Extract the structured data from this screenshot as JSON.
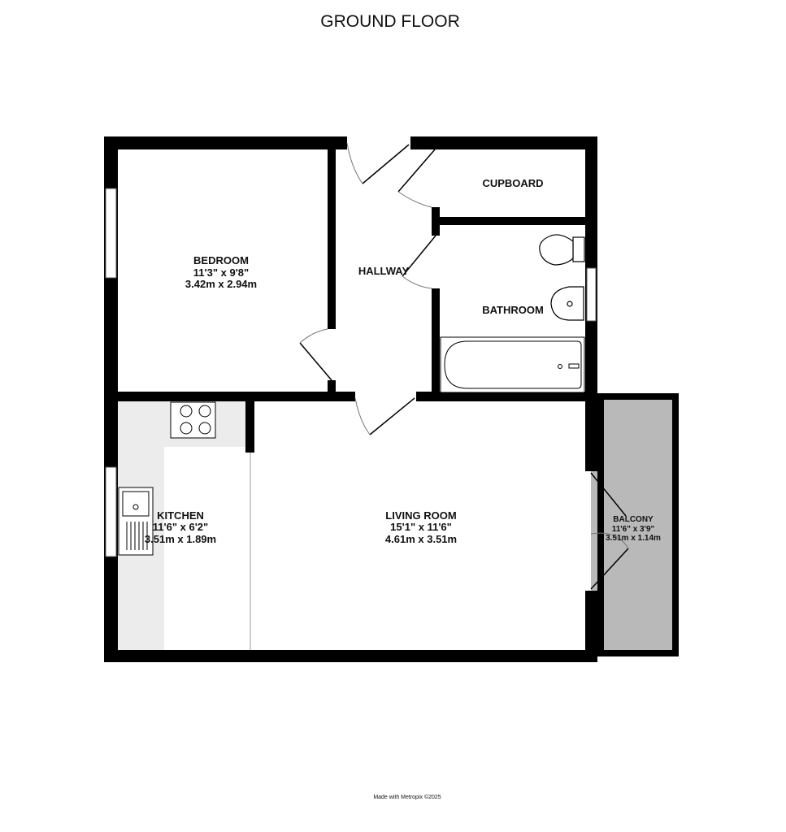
{
  "title": "GROUND FLOOR",
  "credit": "Made with Metropix ©2025",
  "colors": {
    "wall": "#000000",
    "kitchen_floor": "#ececec",
    "balcony_floor": "#b9b9b9"
  },
  "rooms": [
    {
      "name": "BEDROOM",
      "imperial": "11'3\"  x 9'8\"",
      "metric": "3.42m  x 2.94m"
    },
    {
      "name": "HALLWAY"
    },
    {
      "name": "CUPBOARD"
    },
    {
      "name": "BATHROOM"
    },
    {
      "name": "KITCHEN",
      "imperial": "11'6\"  x 6'2\"",
      "metric": "3.51m  x 1.89m"
    },
    {
      "name": "LIVING ROOM",
      "imperial": "15'1\"  x 11'6\"",
      "metric": "4.61m  x 3.51m"
    },
    {
      "name": "BALCONY",
      "imperial": "11'6\"  x 3'9\"",
      "metric": "3.51m  x 1.14m"
    }
  ]
}
